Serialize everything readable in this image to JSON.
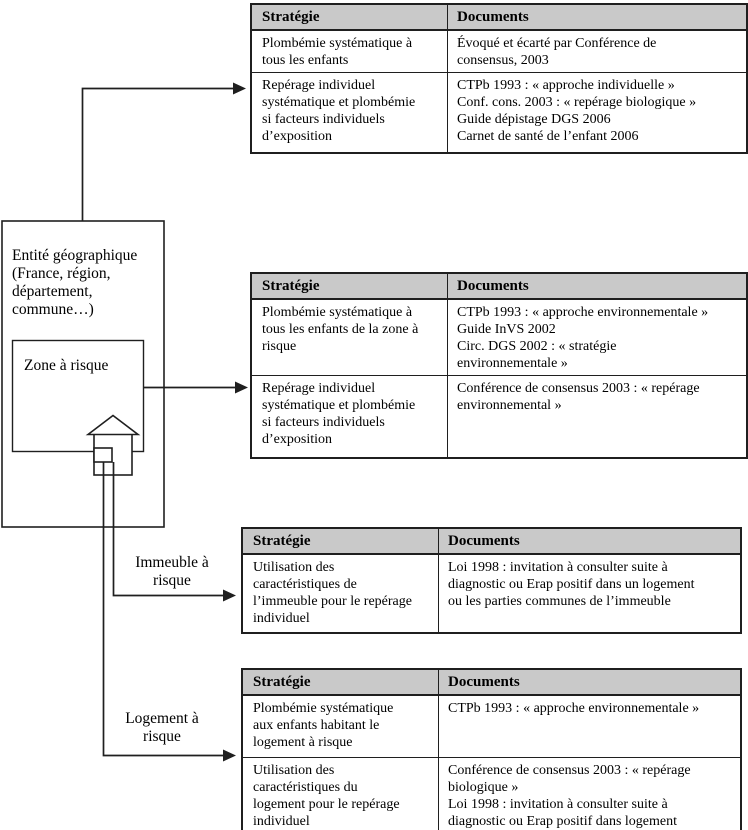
{
  "diagram": {
    "entity_label": "Entité géographique (France, région, département, commune…)",
    "zone_label": "Zone à risque",
    "immeuble_label": "Immeuble à risque",
    "logement_label": "Logement à risque"
  },
  "icons": {
    "house": "house pictogram with roof and door, marks the dwelling at risk inside the zone"
  },
  "colors": {
    "header_bg": "#c9c9c9",
    "line": "#1f1f1f",
    "background": "#ffffff"
  },
  "tables": [
    {
      "id": "entity-level",
      "headers": {
        "strategie": "Stratégie",
        "documents": "Documents"
      },
      "rows": [
        {
          "strategie": [
            "Plombémie systématique à",
            "tous les enfants"
          ],
          "documents": [
            "Évoqué et écarté par Conférence de",
            "consensus, 2003"
          ]
        },
        {
          "strategie": [
            "Repérage individuel",
            "systématique et plombémie",
            "si facteurs individuels",
            "d’exposition"
          ],
          "documents": [
            "CTPb 1993 : « approche individuelle »",
            "Conf. cons. 2003 : « repérage biologique »",
            "Guide dépistage DGS 2006",
            "Carnet de santé de l’enfant 2006"
          ]
        }
      ]
    },
    {
      "id": "zone-level",
      "headers": {
        "strategie": "Stratégie",
        "documents": "Documents"
      },
      "rows": [
        {
          "strategie": [
            "Plombémie systématique à",
            "tous les enfants de la zone à",
            "risque"
          ],
          "documents": [
            "CTPb 1993 : « approche environnementale »",
            "Guide InVS 2002",
            "Circ. DGS 2002 : « stratégie",
            "environnementale »"
          ]
        },
        {
          "strategie": [
            "Repérage individuel",
            "systématique et plombémie",
            "si facteurs individuels",
            "d’exposition"
          ],
          "documents": [
            "Conférence de consensus 2003 : « repérage",
            "environnemental »"
          ]
        }
      ]
    },
    {
      "id": "immeuble-level",
      "headers": {
        "strategie": "Stratégie",
        "documents": "Documents"
      },
      "rows": [
        {
          "strategie": [
            "Utilisation des",
            "caractéristiques de",
            "l’immeuble pour le repérage",
            "individuel"
          ],
          "documents": [
            "Loi 1998 : invitation à consulter suite à",
            "diagnostic ou Erap positif dans un logement",
            "ou les parties communes de l’immeuble"
          ]
        }
      ]
    },
    {
      "id": "logement-level",
      "headers": {
        "strategie": "Stratégie",
        "documents": "Documents"
      },
      "rows": [
        {
          "strategie": [
            "Plombémie systématique",
            "aux enfants habitant le",
            "logement à risque"
          ],
          "documents": [
            "CTPb 1993 : « approche environnementale »"
          ]
        },
        {
          "strategie": [
            "Utilisation des",
            "caractéristiques du",
            "logement pour le repérage",
            "individuel"
          ],
          "documents": [
            "Conférence de consensus 2003 : « repérage",
            "biologique »",
            "Loi 1998 : invitation à consulter suite à",
            "diagnostic ou Erap positif dans logement"
          ]
        }
      ]
    }
  ]
}
